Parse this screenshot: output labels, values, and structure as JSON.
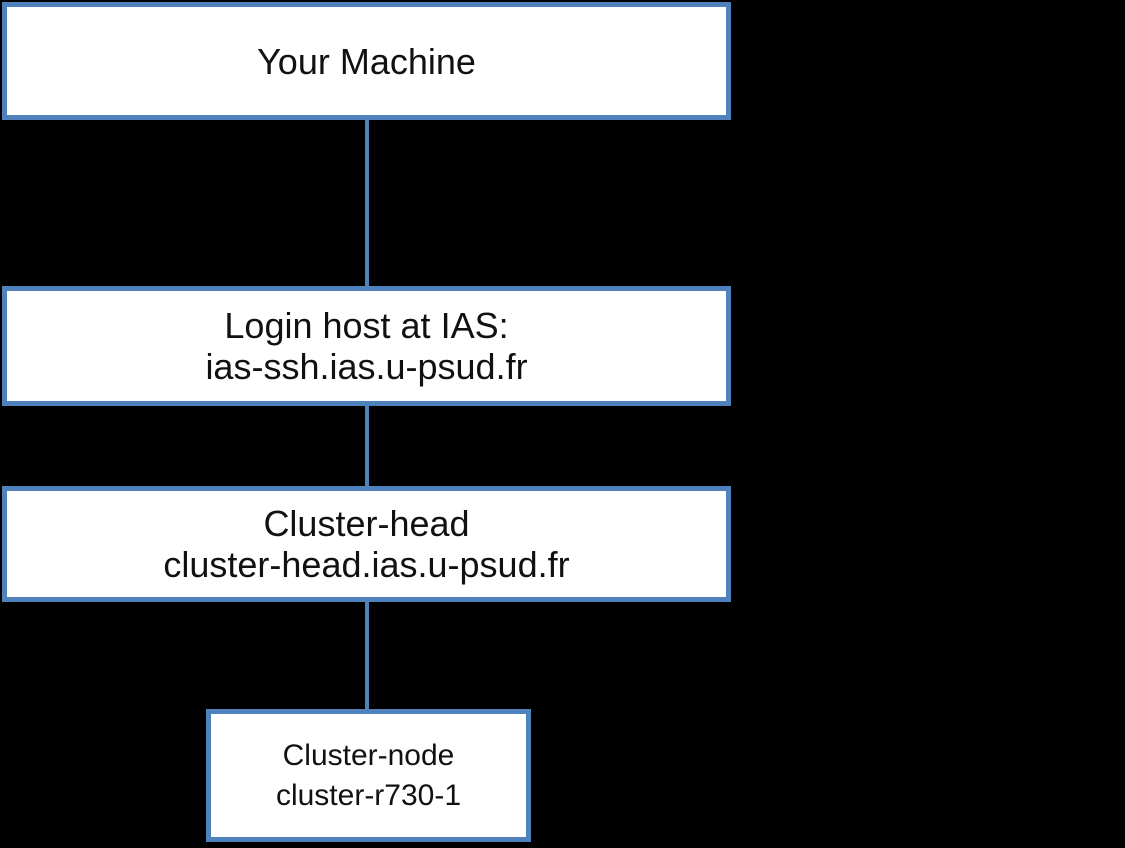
{
  "colors": {
    "background": "#000000",
    "node_fill": "#ffffff",
    "accent": "#4f81bd",
    "text": "#111111"
  },
  "diagram": {
    "description": "SSH connection path diagram",
    "nodes": [
      {
        "id": "your-machine",
        "lines": [
          "Your Machine"
        ]
      },
      {
        "id": "login-host",
        "lines": [
          "Login host at IAS:",
          "ias-ssh.ias.u-psud.fr"
        ]
      },
      {
        "id": "cluster-head",
        "lines": [
          "Cluster-head",
          "cluster-head.ias.u-psud.fr"
        ]
      },
      {
        "id": "cluster-node",
        "lines": [
          "Cluster-node",
          "cluster-r730-1"
        ]
      }
    ],
    "connectors": [
      {
        "from": "your-machine",
        "to": "login-host"
      },
      {
        "from": "login-host",
        "to": "cluster-head"
      },
      {
        "from": "cluster-head",
        "to": "cluster-node"
      }
    ]
  }
}
